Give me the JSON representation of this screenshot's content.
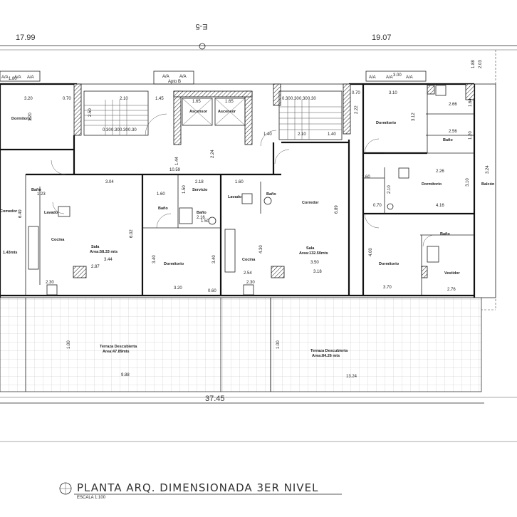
{
  "section_mark": "E-5",
  "top_dims": {
    "left": "17.99",
    "right": "19.07"
  },
  "bottom_dim": "37.45",
  "title": "PLANTA ARQ. DIMENSIONADA 3ER NIVEL",
  "scale_label": "ESCALA 1:100",
  "rooms": {
    "dormitorio_nw": "Dormitorio",
    "dormitorio_ne": "Dormitorio",
    "dormitorio_e": "Dormitorio",
    "dormitorio_c": "Dormitorio",
    "dormitorio_se": "Dormitorio",
    "ascensor_1": "Ascensor",
    "ascensor_2": "Ascensor",
    "servicio": "Servicio",
    "lavado_w": "Lavado",
    "lavado_c": "Lavado",
    "bano_1": "Baño",
    "bano_2": "Baño",
    "bano_3": "Baño",
    "bano_4": "Baño",
    "bano_5": "Baño",
    "bano_6": "Baño",
    "cocina_w": "Cocina",
    "cocina_c": "Cocina",
    "corredor": "Corredor",
    "vestidor": "Vestidor",
    "balcon": "Balcón",
    "comedor_w": "Comedor",
    "sala_b": "Sala",
    "sala_b_area": "Area:58.33 mts",
    "sala_c": "Sala",
    "sala_c_area": "Area:132.50mts",
    "area_w": "1.43mts",
    "terraza_w": "Terraza Descubierta",
    "terraza_w_area": "Area:47.89mts",
    "terraza_e": "Terraza Descubierta",
    "terraza_e_area": "Area:84.26 mts",
    "apto_a_tags": [
      "A/A",
      "A/A",
      "A/A"
    ],
    "apto_b_tags": [
      "A/A",
      "A/A"
    ],
    "apto_b_label": "Apto B",
    "apto_c_tags": [
      "A/A",
      "A/A",
      "A/A"
    ]
  },
  "dimensions": [
    "3.20",
    "0.70",
    "2.10",
    "1.45",
    "3.20",
    "1.65",
    "1.65",
    "2.50",
    "0.30",
    "0.30",
    "0.30",
    "0.30",
    "0.30",
    "0.30",
    "0.30",
    "0.30",
    "0.70",
    "3.10",
    "3.12",
    "2.66",
    "2.56",
    "1.20",
    "1.64",
    "3.24",
    "3.10",
    "2.22",
    "1.40",
    "2.10",
    "1.40",
    "2.24",
    "1.44",
    "10.59",
    "3.04",
    "2.18",
    "1.60",
    "1.60",
    "1.50",
    "1.60",
    "1.23",
    "2.10",
    "0.70",
    "4.16",
    "2.26",
    "6.49",
    "6.02",
    "3.44",
    "2.87",
    "1.50",
    "2.16",
    "3.40",
    "4.30",
    "3.40",
    "6.89",
    "3.50",
    "3.18",
    "2.54",
    "4.00",
    "3.70",
    "2.76",
    "2.30",
    "3.20",
    "0.60",
    "2.30",
    "1.00",
    "9.88",
    "1.00",
    "13.24",
    "3.00",
    "1.88",
    "2.03",
    "1.80"
  ]
}
